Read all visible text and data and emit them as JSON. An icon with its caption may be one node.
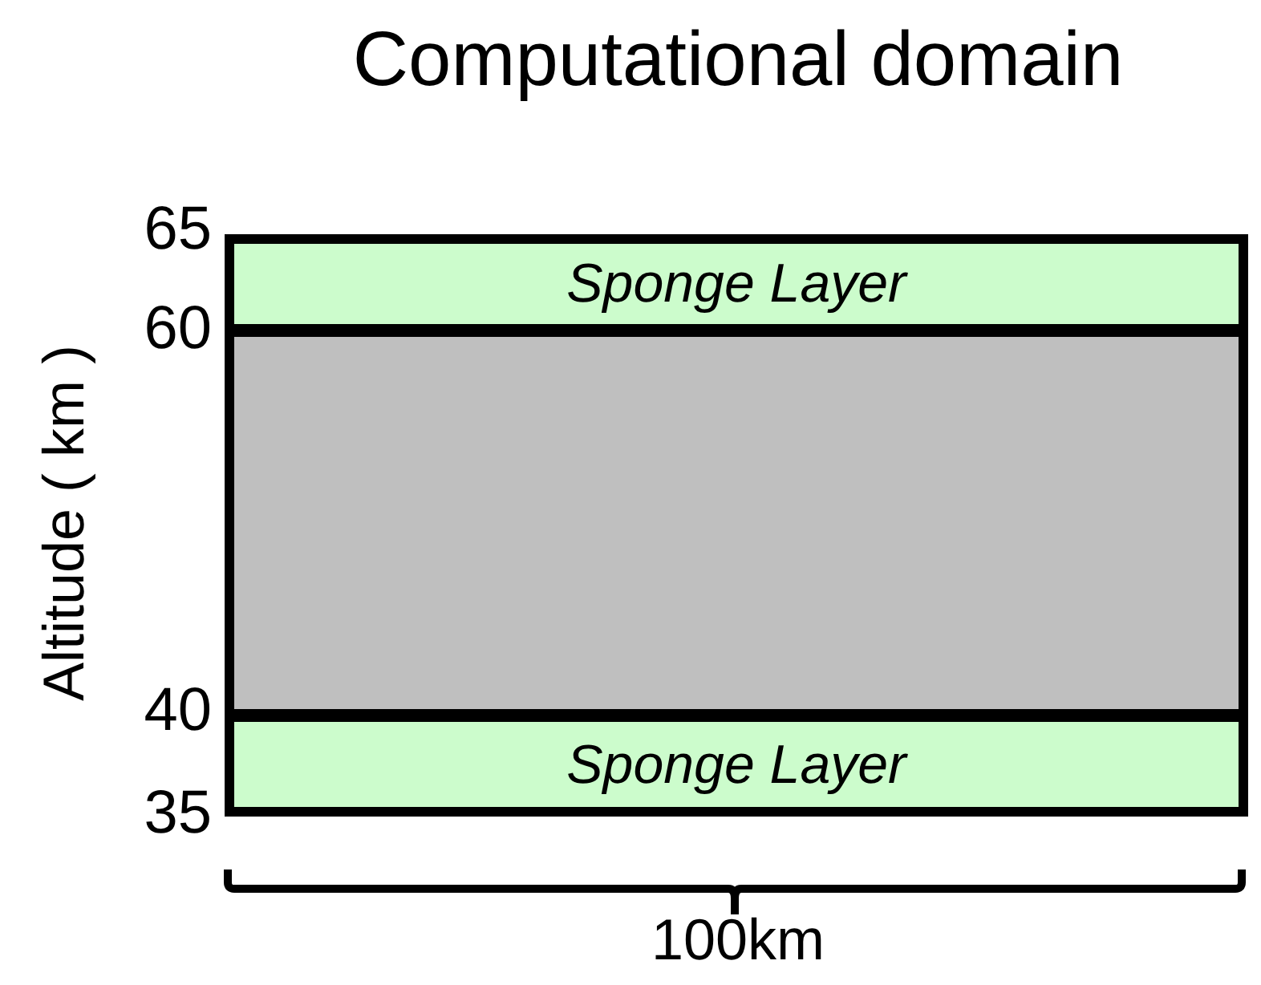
{
  "diagram": {
    "title": "Computational domain",
    "nodes": [
      {
        "text": [
          "Sponge Layer"
        ]
      },
      {
        "text": [],
        "shape": "box"
      },
      {
        "text": [
          "Sponge Layer"
        ]
      }
    ],
    "labels": [
      "65",
      "60",
      "40",
      "35",
      "Altitude ( km )",
      "100km"
    ]
  }
}
